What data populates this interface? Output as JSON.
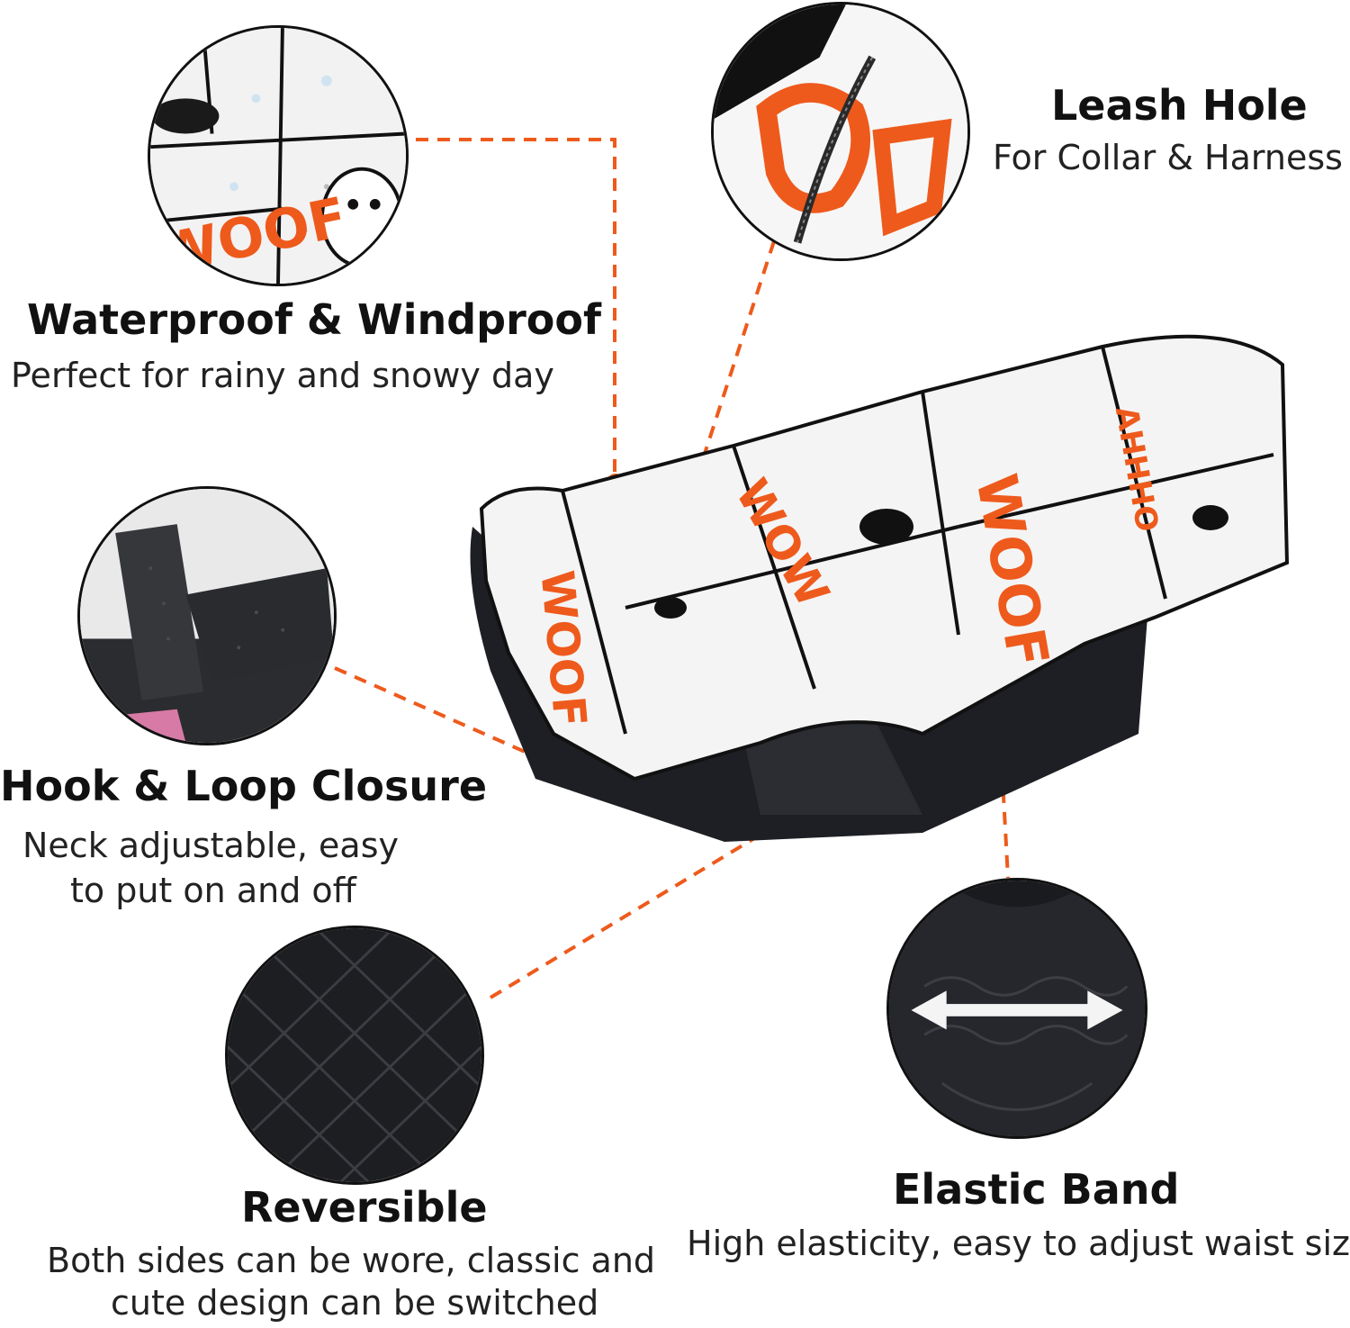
{
  "colors": {
    "accent": "#ee5a1c",
    "outline": "#111111",
    "lining": "#1e1f24",
    "print_bg": "#f4f4f4"
  },
  "features": {
    "waterproof": {
      "title": "Waterproof & Windproof",
      "subtitle": "Perfect for rainy and snowy day"
    },
    "leash": {
      "title": "Leash Hole",
      "subtitle": "For Collar & Harness"
    },
    "hook": {
      "title": "Hook & Loop Closure",
      "subtitle_line1": "Neck adjustable, easy",
      "subtitle_line2": "to put on and off"
    },
    "reversible": {
      "title": "Reversible",
      "subtitle_line1": "Both sides can be wore, classic and",
      "subtitle_line2": "cute design can be switched"
    },
    "elastic": {
      "title": "Elastic Band",
      "subtitle": "High elasticity, easy to adjust waist size"
    }
  },
  "print_words": {
    "woof": "WOOF",
    "wow": "WOW",
    "ahh": "AHHHO"
  }
}
